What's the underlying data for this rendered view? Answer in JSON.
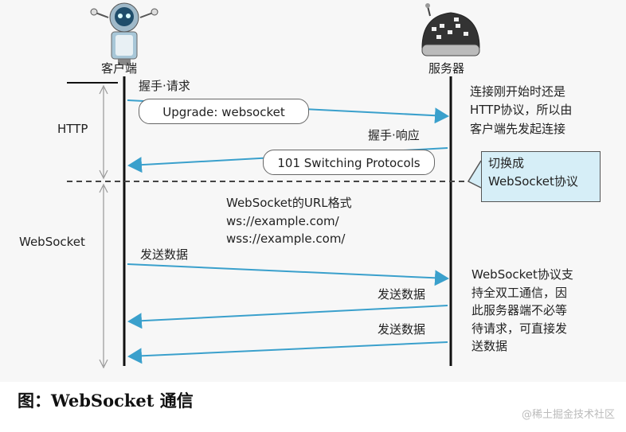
{
  "actors": {
    "client": "客户端",
    "server": "服务器"
  },
  "phases": {
    "http": "HTTP",
    "websocket": "WebSocket"
  },
  "messages": {
    "handshake_request_label": "握手·请求",
    "upgrade_header": "Upgrade: websocket",
    "handshake_response_label": "握手·响应",
    "switching_protocols": "101 Switching Protocols",
    "client_send": "发送数据",
    "server_send_1": "发送数据",
    "server_send_2": "发送数据"
  },
  "url_format": {
    "title": "WebSocket的URL格式",
    "ws": "ws://example.com/",
    "wss": "wss://example.com/"
  },
  "notes": {
    "http_note": [
      "连接刚开始时还是",
      "HTTP协议，所以由",
      "客户端先发起连接"
    ],
    "switch_note": [
      "切换成",
      "WebSocket协议"
    ],
    "ws_note": [
      "WebSocket协议支",
      "持全双工通信，因",
      "此服务器端不必等",
      "待请求，可直接发",
      "送数据"
    ]
  },
  "caption": "图：WebSocket 通信",
  "watermark": "@稀土掘金技术社区",
  "colors": {
    "arrow": "#3aa0cc",
    "note_bg": "#d6eef7",
    "lifeline": "#111111"
  }
}
